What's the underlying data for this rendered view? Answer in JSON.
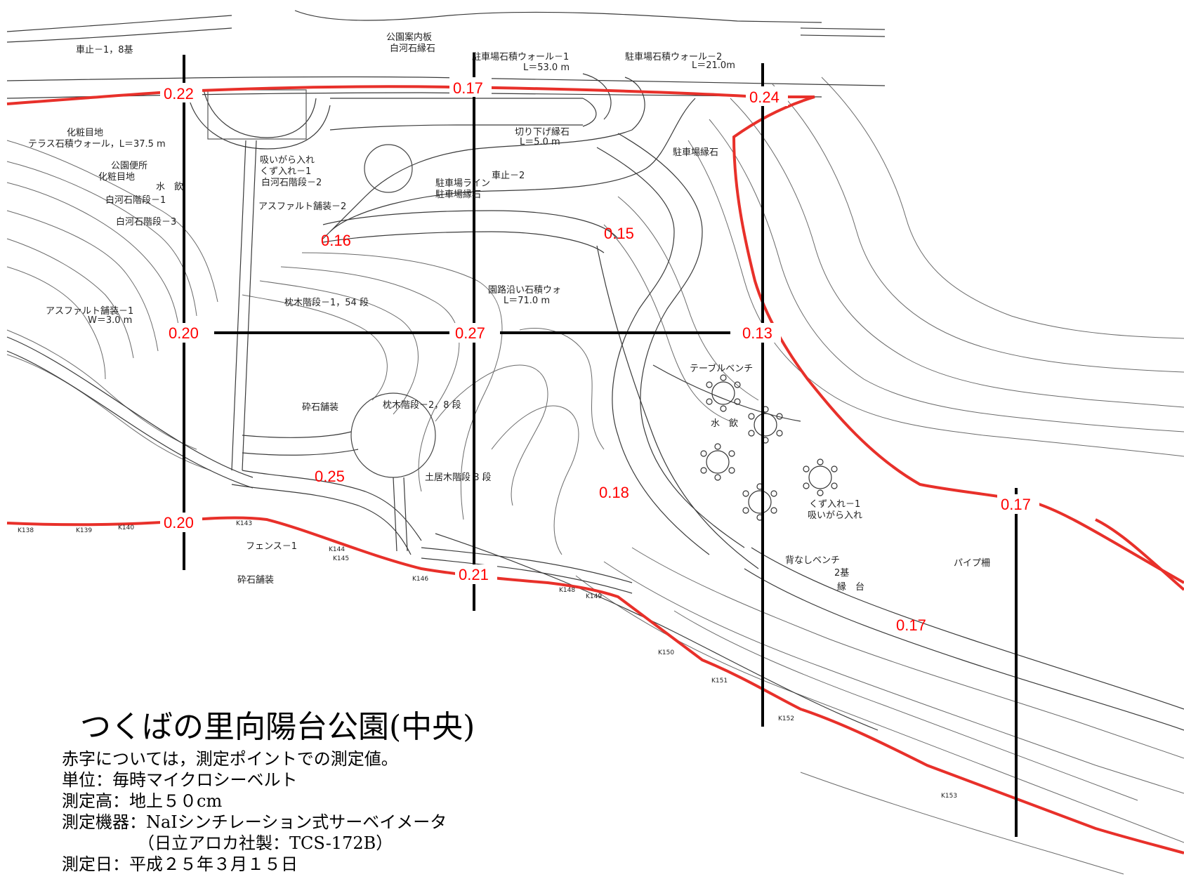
{
  "title": "つくばの里向陽台公園(中央)",
  "notes": [
    "赤字については，測定ポイントでの測定値。",
    "単位：毎時マイクロシーベルト",
    "測定高：地上５０cm",
    "測定機器：NaIシンチレーション式サーベイメータ",
    "　　　　　（日立アロカ社製：TCS-172B）",
    "測定日：平成２５年３月１５日"
  ],
  "colors": {
    "measurement": "#ff0000",
    "boundary": "#e8302a",
    "grid": "#000000",
    "drawing": "#444444"
  },
  "measurements": {
    "m01": "0.22",
    "m02": "0.17",
    "m03": "0.24",
    "m04": "0.16",
    "m05": "0.15",
    "m06": "0.20",
    "m07": "0.27",
    "m08": "0.13",
    "m09": "0.25",
    "m10": "0.18",
    "m11": "0.20",
    "m12": "0.21",
    "m13": "0.17",
    "m14": "0.17"
  },
  "labels": {
    "l01": "車止－1，8基",
    "l02": "公園案内板",
    "l03": "白河石縁石",
    "l04": "駐車場石積ウォール－1",
    "l05": "L＝53.0 m",
    "l06": "駐車場石積ウォール－2",
    "l07": "L＝21.0m",
    "l08": "化粧目地",
    "l09": "テラス石積ウォール，L＝37.5 m",
    "l10": "公園便所",
    "l11": "化粧目地",
    "l12": "水　飲",
    "l13": "白河石階段－1",
    "l14": "白河石階段－3",
    "l15": "吸いがら入れ",
    "l16": "くず入れ－1",
    "l17": "白河石階段－2",
    "l18": "アスファルト舗装－2",
    "l19": "切り下げ縁石",
    "l20": "L＝5.0 m",
    "l21": "車止－2",
    "l22": "駐車場ライン",
    "l23": "駐車場縁石",
    "l24": "駐車場縁石",
    "l25": "枕木階段－1，54 段",
    "l26": "園路沿い石積ウォ",
    "l27": "L＝71.0 m",
    "l28": "アスファルト舗装－1",
    "l29": "W＝3.0 m",
    "l30": "テーブルベンチ",
    "l31": "水　飲",
    "l32": "砕石舗装",
    "l33": "枕木階段－2，8 段",
    "l34": "土居木階段 8 段",
    "l35": "くず入れ－1",
    "l36": "吸いがら入れ",
    "l37": "フェンス－1",
    "l38": "砕石舗装",
    "l39": "背なしベンチ",
    "l40": "2基",
    "l41": "縁　台",
    "l42": "パイプ柵"
  },
  "stations": {
    "k138": "K138",
    "k139": "K139",
    "k140": "K140",
    "k143": "K143",
    "k144": "K144",
    "k145": "K145",
    "k146": "K146",
    "k148": "K148",
    "k149": "K149",
    "k150": "K150",
    "k151": "K151",
    "k152": "K152",
    "k153": "K153"
  }
}
